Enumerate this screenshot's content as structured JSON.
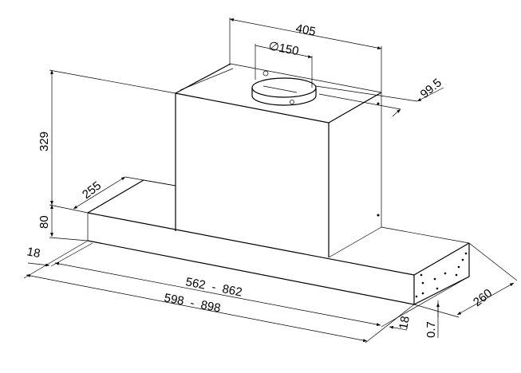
{
  "title": "Telescopic cooker hood dimension drawing",
  "dimensions": {
    "chimney_width": "405",
    "duct_diameter": "∅150",
    "duct_offset": "99.5",
    "height_total": "329",
    "hood_height": "80",
    "depth_inner": "255",
    "side_left": "18",
    "width_inner": "562  -  862",
    "width_outer": "598  -  898",
    "side_right": "18",
    "panel_gap": "0.7",
    "depth_outer": "260"
  },
  "colors": {
    "line": "#000000",
    "background": "#ffffff"
  }
}
